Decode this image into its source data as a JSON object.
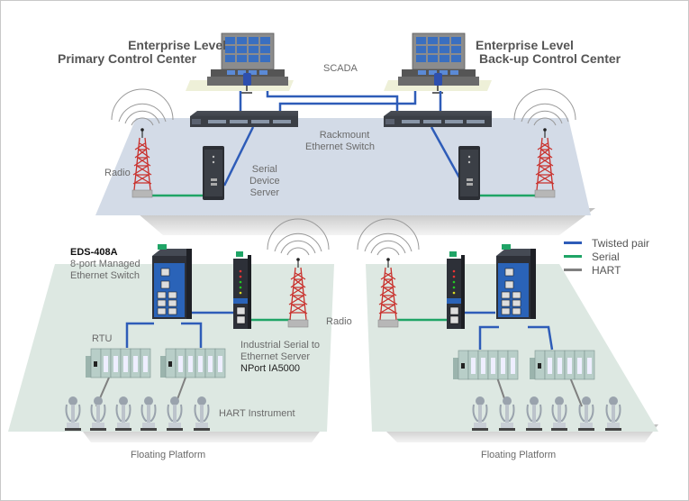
{
  "diagram": {
    "top": {
      "primary_center": {
        "line1": "Enterprise Level",
        "line2": "Primary Control Center"
      },
      "backup_center": {
        "line1": "Enterprise Level",
        "line2": "Back-up Control Center"
      },
      "scada_label": "SCADA",
      "rackmount_switch": {
        "line1": "Rackmount",
        "line2": "Ethernet Switch"
      },
      "serial_device_server": {
        "line1": "Serial",
        "line2": "Device",
        "line3": "Server"
      },
      "radio_label": "Radio"
    },
    "left_platform": {
      "eds_model": "EDS-408A",
      "eds_desc_line1": "8-port Managed",
      "eds_desc_line2": "Ethernet Switch",
      "rtu_label": "RTU",
      "nport_line1": "Industrial Serial to",
      "nport_line2": "Ethernet Server",
      "nport_model": "NPort IA5000",
      "hart_label": "HART Instrument",
      "platform_label": "Floating Platform"
    },
    "right_platform": {
      "platform_label": "Floating Platform"
    },
    "middle_radio_label": "Radio",
    "legend": [
      {
        "label": "Twisted pair",
        "color": "#2e5cb8"
      },
      {
        "label": "Serial",
        "color": "#1fa466"
      },
      {
        "label": "HART",
        "color": "#808080"
      }
    ]
  },
  "colors": {
    "top_platform": "#d3dbe7",
    "bottom_platform": "#dde8e2",
    "twisted_pair": "#2e5cb8",
    "serial": "#1fa466",
    "hart": "#808080",
    "tower_red": "#c9302c"
  }
}
